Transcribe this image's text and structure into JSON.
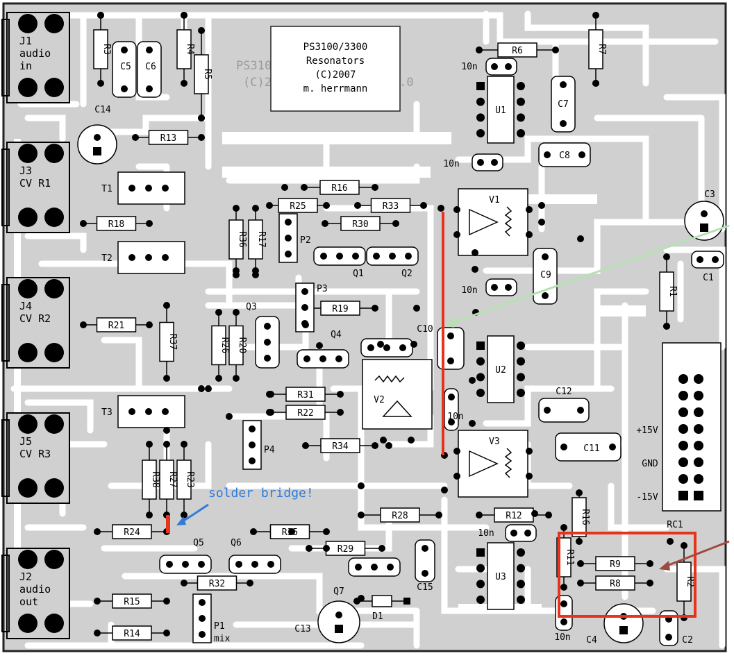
{
  "title_block": [
    "PS3100/3300",
    "Resonators",
    "(C)2007",
    "m. herrmann"
  ],
  "mirror_text": [
    "PS3100/3300 RESONATORS",
    "(C)2007 m. herrmann v1.0"
  ],
  "jacks": [
    {
      "label": [
        "J1",
        "audio",
        "in"
      ]
    },
    {
      "label": [
        "J3",
        "CV  R1"
      ]
    },
    {
      "label": [
        "J4",
        "CV  R2"
      ]
    },
    {
      "label": [
        "J5",
        "CV  R3"
      ]
    },
    {
      "label": [
        "J2",
        "audio",
        "out"
      ]
    }
  ],
  "resistors": [
    "R3",
    "R4",
    "R5",
    "R6",
    "R7",
    "R13",
    "R16",
    "R25",
    "R33",
    "R30",
    "R18",
    "R36",
    "R17",
    "R1",
    "R19",
    "R21",
    "R37",
    "R26",
    "R20",
    "R31",
    "R22",
    "R34",
    "R38",
    "R27",
    "R23",
    "R28",
    "R12",
    "R24",
    "R35",
    "R29",
    "R32",
    "R15",
    "R14",
    "R16",
    "R11",
    "R9",
    "R8",
    "R2"
  ],
  "capacitors": [
    "C5",
    "C6",
    "C14",
    "C7",
    "C8",
    "C3",
    "C1",
    "C9",
    "C10",
    "C12",
    "C11",
    "C15",
    "C13",
    "C4",
    "C2"
  ],
  "caps_10n": [
    "10n",
    "10n",
    "10n",
    "10n",
    "10n",
    "10n"
  ],
  "ics": [
    "U1",
    "U2",
    "U3"
  ],
  "vactrols": [
    "V1",
    "V2",
    "V3"
  ],
  "transistors": [
    "Q1",
    "Q2",
    "Q3",
    "Q4",
    "Q5",
    "Q6",
    "Q7"
  ],
  "trimmers": [
    "P2",
    "P3",
    "P4",
    "P1",
    "mix"
  ],
  "trafos": [
    "T1",
    "T2",
    "T3"
  ],
  "diode": "D1",
  "connector": {
    "name": "RC1",
    "pins": [
      "+15V",
      "GND",
      "-15V"
    ]
  },
  "annotation": {
    "text": "solder bridge!",
    "color": "#2f7bd8"
  },
  "colors": {
    "board": "#d0d0d0",
    "trace": "#ffffff",
    "part": "#000000",
    "highlight": "#e8331c",
    "green_arrow": "#b5e2b0",
    "brown_arrow": "#9e4b3f"
  }
}
